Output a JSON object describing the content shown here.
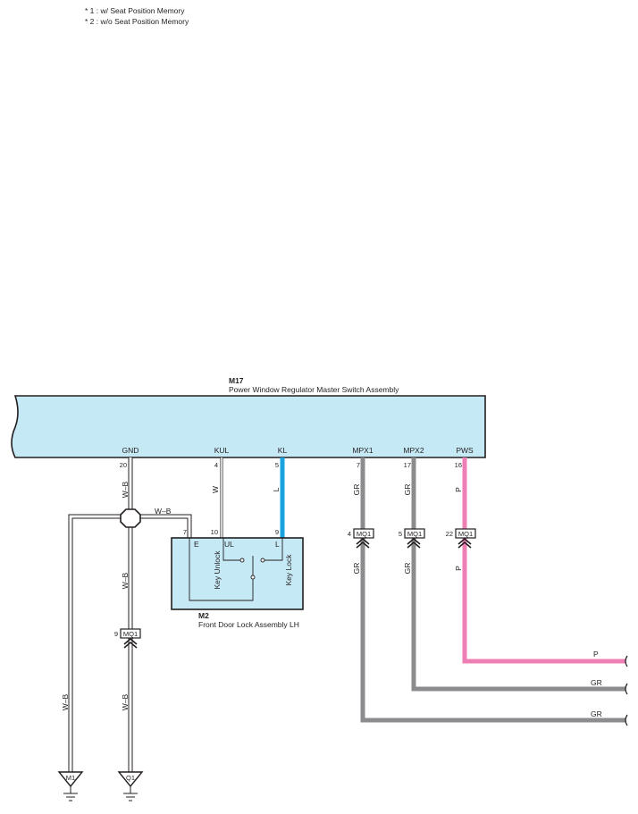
{
  "notes": {
    "note1": "* 1 : w/ Seat Position Memory",
    "note2": "* 2 : w/o Seat Position Memory"
  },
  "master_switch": {
    "code": "M17",
    "name": "Power Window Regulator Master Switch Assembly",
    "fill_color": "#c6e9f6",
    "pins": [
      {
        "label": "GND",
        "number": "20"
      },
      {
        "label": "KUL",
        "number": "4"
      },
      {
        "label": "KL",
        "number": "5"
      },
      {
        "label": "MPX1",
        "number": "7"
      },
      {
        "label": "MPX2",
        "number": "17"
      },
      {
        "label": "PWS",
        "number": "16"
      }
    ]
  },
  "door_lock": {
    "code": "M2",
    "name": "Front Door Lock Assembly LH",
    "fill_color": "#c6e9f6",
    "pin_E_label": "E",
    "pin_E_number": "7",
    "pin_UL_label": "UL",
    "pin_UL_number": "10",
    "pin_L_label": "L",
    "pin_L_number": "9",
    "switch_unlock": "Key Unlock",
    "switch_lock": "Key Lock"
  },
  "wire_colors": {
    "w_b": "W–B",
    "w": "W",
    "l": "L",
    "gr": "GR",
    "p": "P"
  },
  "colors": {
    "blue_wire": "#1aa3e0",
    "gray_wire": "#8c8c8e",
    "pink_wire": "#ee7fb4",
    "line": "#231f20"
  },
  "connectors": {
    "mq1_label": "MQ1",
    "mpx1_pin": "4",
    "mpx2_pin": "5",
    "pws_pin": "22",
    "ground_pin": "9"
  },
  "grounds": {
    "g1": "M1",
    "g2": "Q1"
  }
}
